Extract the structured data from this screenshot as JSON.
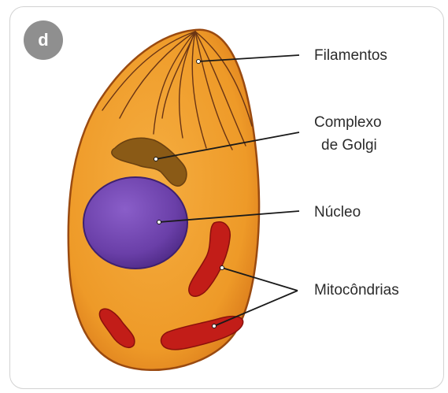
{
  "panel": {
    "badge": "d"
  },
  "labels": {
    "filamentos": "Filamentos",
    "golgi_line1": "Complexo",
    "golgi_line2": "de Golgi",
    "nucleo": "Núcleo",
    "mitocondrias": "Mitocôndrias"
  },
  "colors": {
    "cytoplasm": "#f0a030",
    "cell_outline": "#9a4a10",
    "nucleus": "#6a3fa8",
    "golgi": "#8a5a16",
    "mitochondria": "#c21d18",
    "filament": "#6a3414",
    "leader_line": "#1a1a1a"
  }
}
